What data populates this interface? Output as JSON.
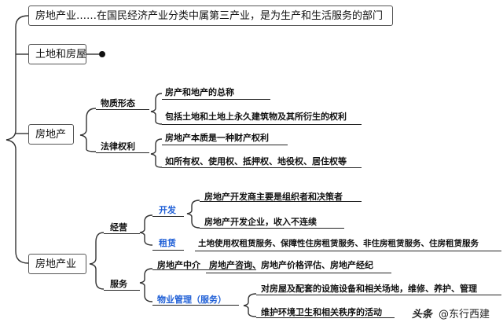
{
  "root": {
    "definition": "房地产业……在国民经济产业分类中属第三产业，是为生产和生活服务的部门",
    "land_house": "土地和房屋"
  },
  "real_estate": {
    "label": "房地产",
    "physical": {
      "label": "物质形态",
      "items": [
        "房产和地产的总称",
        "包括土地和土地上永久建筑物及其所衍生的权利"
      ]
    },
    "legal": {
      "label": "法律权利",
      "items": [
        "房地产本质是一种财产权利",
        "如所有权、使用权、抵押权、地役权、居住权等"
      ]
    }
  },
  "industry": {
    "label": "房地产业",
    "operation": {
      "label": "经营",
      "develop": {
        "label": "开发",
        "items": [
          "房地产开发商主要是组织者和决策者",
          "房地产开发企业，收入不连续"
        ]
      },
      "lease": {
        "label": "租赁",
        "text": "土地使用权租赁服务、保障性住房租赁服务、非住房租赁服务、住房租赁服务"
      }
    },
    "service": {
      "label": "服务",
      "agency": {
        "label": "房地产中介",
        "text": "房地产咨询、房地产价格评估、房地产经纪"
      },
      "property_mgmt": {
        "label": "物业管理（服务）",
        "items": [
          "对房屋及配套的设施设备和相关场地，维修、养护、管理",
          "维护环境卫生和相关秩序的活动"
        ]
      }
    }
  },
  "watermark": {
    "logo": "头条",
    "text": "@东行西建"
  },
  "colors": {
    "accent": "#1f5fd6",
    "line": "#222222",
    "box_border": "#555555"
  }
}
